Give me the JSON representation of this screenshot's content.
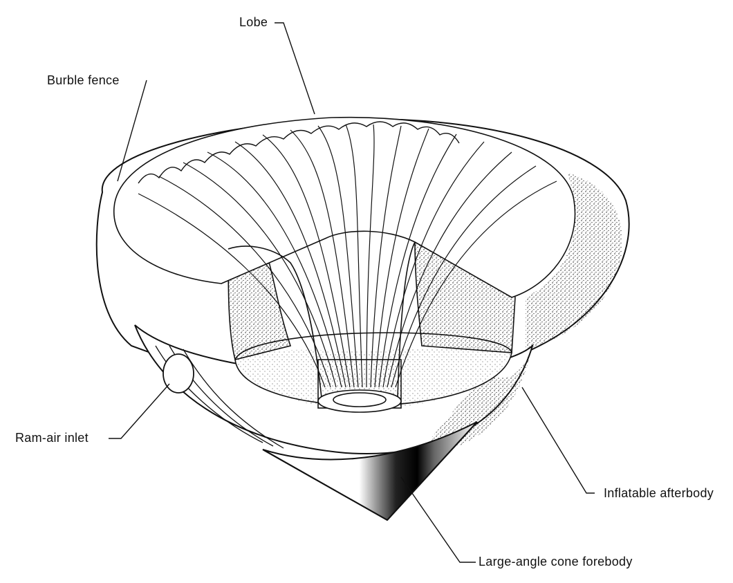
{
  "labels": {
    "lobe": "Lobe",
    "burble_fence": "Burble fence",
    "ram_air_inlet": "Ram-air inlet",
    "inflatable_afterbody": "Inflatable afterbody",
    "cone_forebody": "Large-angle cone forebody"
  },
  "colors": {
    "ink": "#111111",
    "paper": "#ffffff"
  }
}
